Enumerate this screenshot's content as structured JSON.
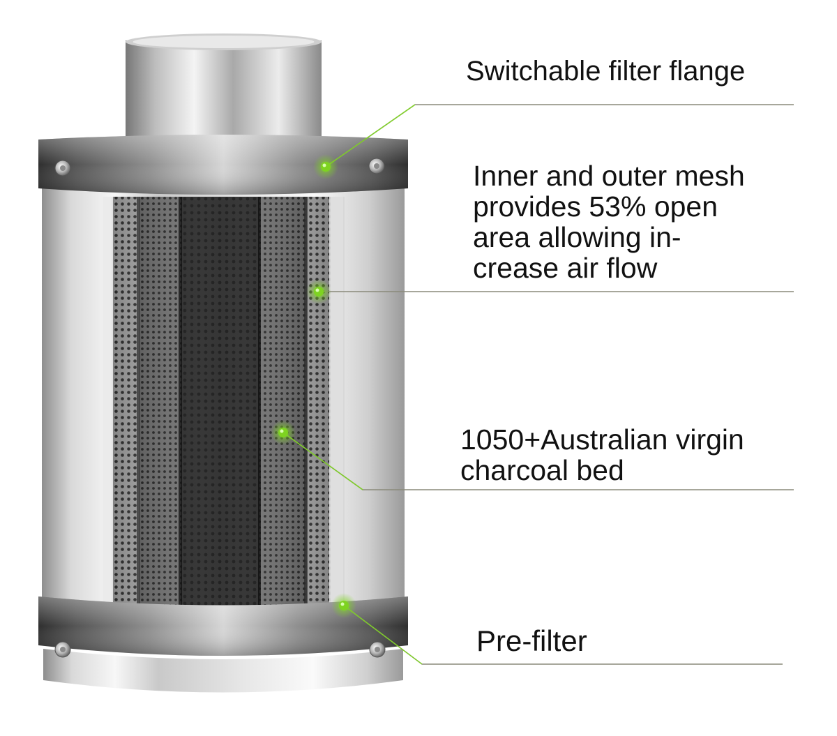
{
  "callouts": [
    {
      "id": "flange",
      "lines": [
        "Switchable filter flange"
      ]
    },
    {
      "id": "mesh",
      "lines": [
        "Inner and outer mesh",
        "provides 53% open",
        "area allowing in-",
        "crease air flow"
      ]
    },
    {
      "id": "charcoal",
      "lines": [
        "1050+Australian virgin",
        "charcoal bed"
      ]
    },
    {
      "id": "prefilter",
      "lines": [
        "Pre-filter"
      ]
    }
  ],
  "colors": {
    "accent_green": "#7ed321",
    "leader_line": "#8a8a7a",
    "steel_light": "#f2f2f2",
    "steel_dark": "#8c8c8c",
    "band_dark": "#4a4a4a",
    "charcoal": "#151515"
  },
  "icons": [
    "screw-icon",
    "marker-dot-icon"
  ]
}
